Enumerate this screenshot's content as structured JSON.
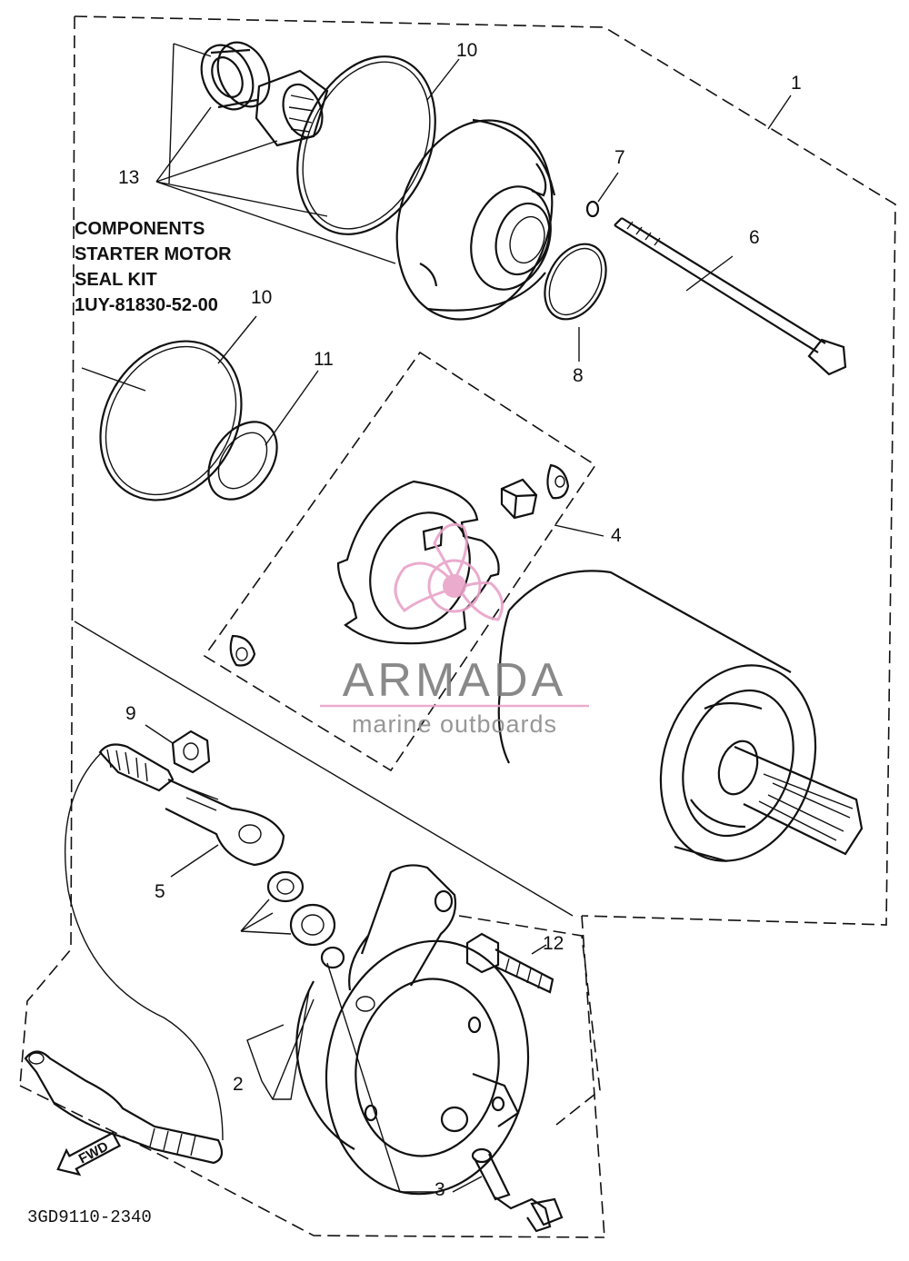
{
  "diagram": {
    "kit_lines": [
      "COMPONENTS",
      "STARTER MOTOR",
      "SEAL KIT",
      "1UY-81830-52-00"
    ],
    "drawing_code": "3GD9110-2340",
    "fwd_label": "FWD",
    "callouts": [
      "1",
      "2",
      "3",
      "4",
      "5",
      "6",
      "7",
      "8",
      "9",
      "10",
      "10",
      "11",
      "12",
      "13"
    ]
  },
  "watermark": {
    "brand": "ARMADA",
    "tagline": "marine outboards",
    "logo_color": "#e8a3c8",
    "text_color": "#7d7d7d"
  },
  "colors": {
    "line": "#111111",
    "background": "#ffffff"
  }
}
